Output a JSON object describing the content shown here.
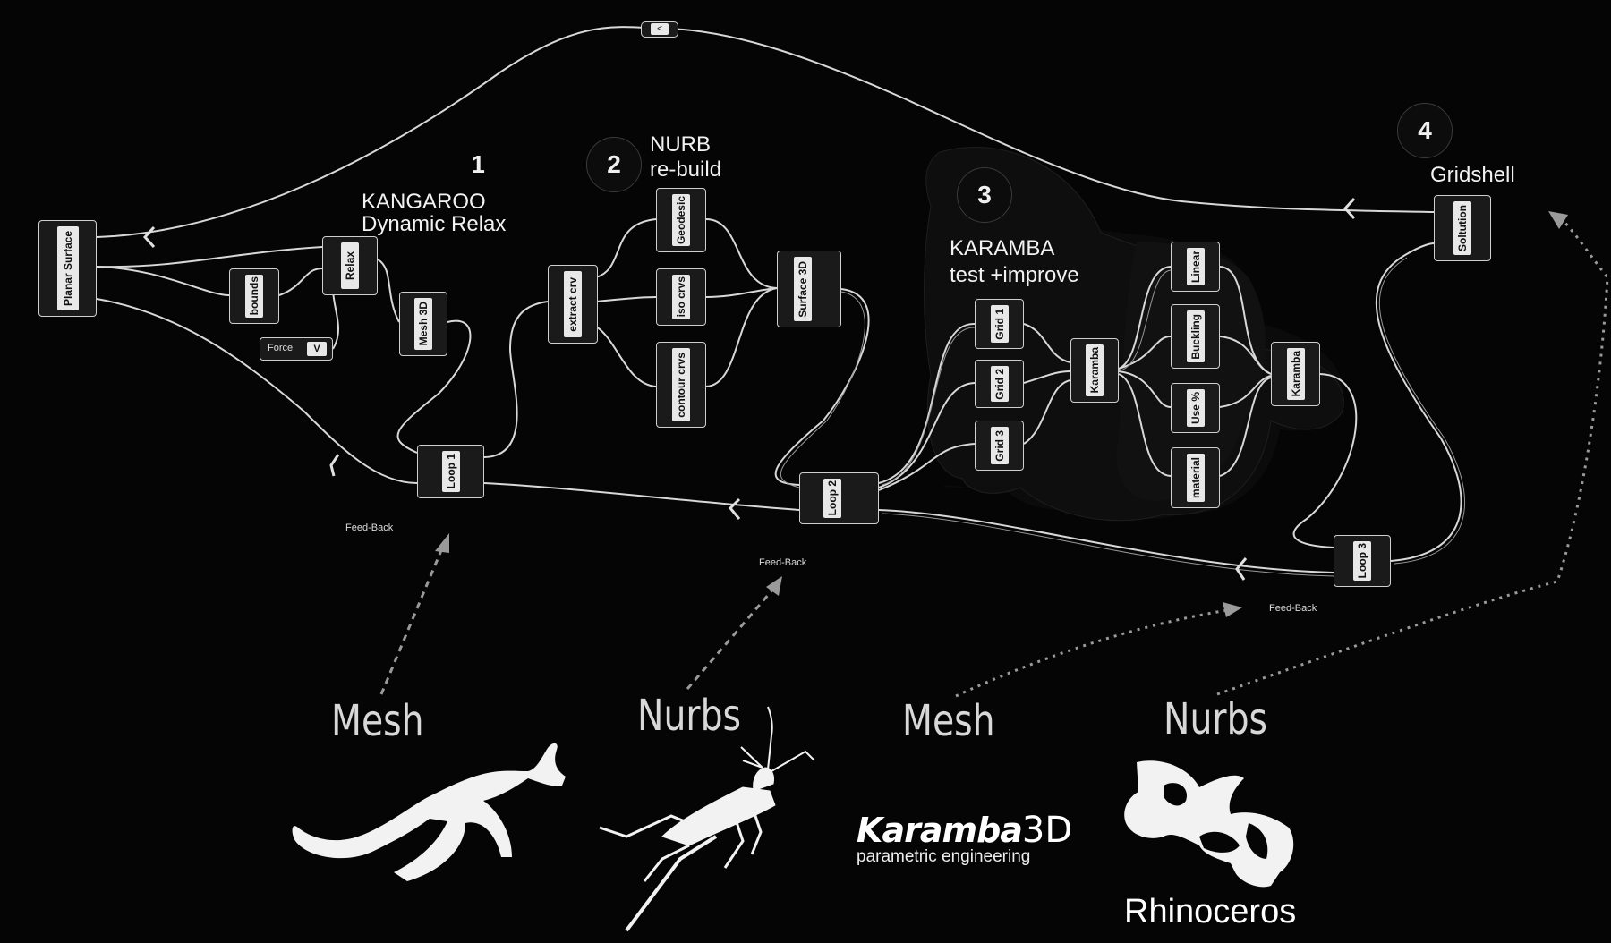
{
  "sections": [
    {
      "number": "1",
      "title": "KANGAROO",
      "subtitle": "Dynamic Relax"
    },
    {
      "number": "2",
      "title": "NURB",
      "subtitle": "re-build"
    },
    {
      "number": "3",
      "title": "KARAMBA",
      "subtitle": "test +improve"
    },
    {
      "number": "4",
      "title": "Gridshell",
      "subtitle": ""
    }
  ],
  "nodes": {
    "planar_surface": "Planar Surface",
    "bounds": "bounds",
    "relax": "Relax",
    "mesh3d": "Mesh 3D",
    "loop1": "Loop 1",
    "extract_crv": "extract crv",
    "geodesic": "Geodesic",
    "iso_crvs": "iso crvs",
    "contour_crvs": "contour crvs",
    "surface3d": "Surface 3D",
    "loop2": "Loop 2",
    "grid1": "Grid 1",
    "grid2": "Grid 2",
    "grid3": "Grid 3",
    "karamba_a": "Karamba",
    "linear": "Linear",
    "buckling": "Buckling",
    "use_pct": "Use %",
    "material": "material",
    "karamba_b": "Karamba",
    "loop3": "Loop 3",
    "solution": "Soltution"
  },
  "force": {
    "label": "Force",
    "button": "V"
  },
  "top_widget": "<",
  "feedback_label": "Feed-Back",
  "formats": [
    "Mesh",
    "Nurbs",
    "Mesh",
    "Nurbs"
  ],
  "logos": {
    "karamba_main": "Karamba",
    "karamba_3d": "3D",
    "karamba_sub": "parametric engineering",
    "rhino": "Rhinoceros"
  },
  "colors": {
    "background": "#050505",
    "wire": "#d8d8d8",
    "node_fill": "#1a1a1a",
    "arrow": "#9a9a9a"
  }
}
